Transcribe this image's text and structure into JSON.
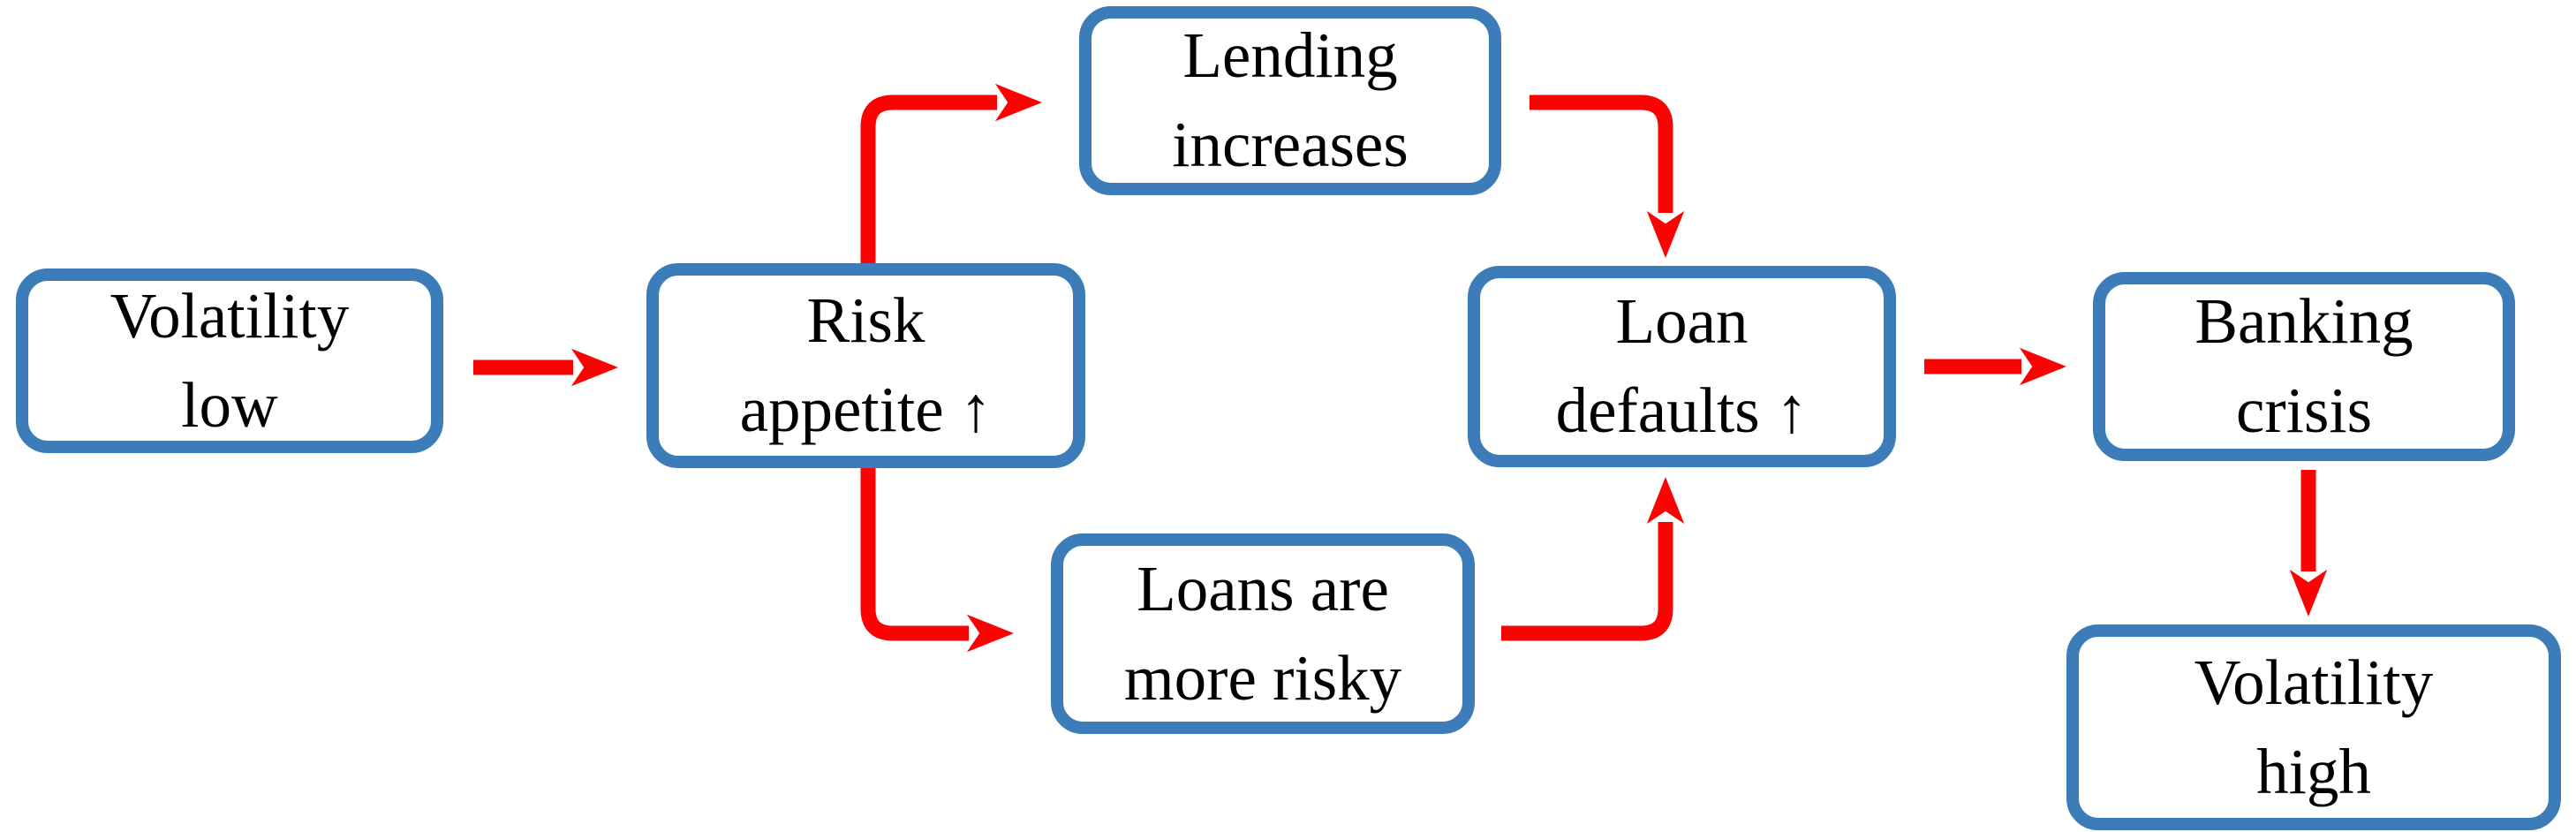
{
  "diagram": {
    "type": "flowchart",
    "topic": "volatility-risk-banking-cycle",
    "colors": {
      "node_border": "#3c7cb8",
      "node_fill": "#ffffff",
      "arrow": "#fa0303",
      "text": "#000000"
    },
    "nodes": [
      {
        "id": "volatility-low",
        "label": "Volatility\nlow"
      },
      {
        "id": "risk-appetite",
        "label": "Risk\nappetite ↑"
      },
      {
        "id": "lending-increases",
        "label": "Lending\nincreases"
      },
      {
        "id": "loans-more-risky",
        "label": "Loans are\nmore risky"
      },
      {
        "id": "loan-defaults",
        "label": "Loan\ndefaults ↑"
      },
      {
        "id": "banking-crisis",
        "label": "Banking\ncrisis"
      },
      {
        "id": "volatility-high",
        "label": "Volatility\nhigh"
      }
    ],
    "edges": [
      {
        "from": "volatility-low",
        "to": "risk-appetite"
      },
      {
        "from": "risk-appetite",
        "to": "lending-increases"
      },
      {
        "from": "risk-appetite",
        "to": "loans-more-risky"
      },
      {
        "from": "lending-increases",
        "to": "loan-defaults"
      },
      {
        "from": "loans-more-risky",
        "to": "loan-defaults"
      },
      {
        "from": "loan-defaults",
        "to": "banking-crisis"
      },
      {
        "from": "banking-crisis",
        "to": "volatility-high"
      }
    ]
  }
}
